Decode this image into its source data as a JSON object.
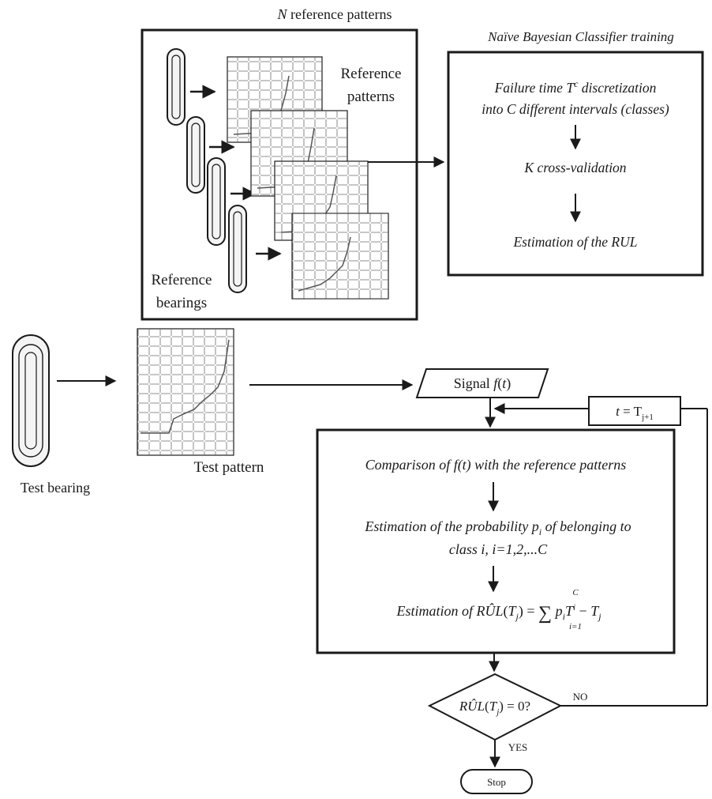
{
  "reference_section": {
    "title": "N reference patterns",
    "title_n": "N",
    "title_rest": " reference patterns",
    "patterns_label_line1": "Reference",
    "patterns_label_line2": "patterns",
    "bearings_label_line1": "Reference",
    "bearings_label_line2": "bearings"
  },
  "training": {
    "title": "Naïve Bayesian Classifier training",
    "step1_line1_pre": "Failure time T",
    "step1_line1_sup": "c",
    "step1_line1_post": " discretization",
    "step1_line2": "into C different intervals (classes)",
    "step2": "K cross-validation",
    "step3": "Estimation of the RUL"
  },
  "test": {
    "bearing_label": "Test bearing",
    "pattern_label": "Test pattern",
    "signal_label": "Signal",
    "signal_func": "f",
    "signal_arg": "t",
    "update_lhs": "t",
    "update_eq": " = T",
    "update_sub": "j+1"
  },
  "estimation": {
    "step1": "Comparison of f(t) with the reference patterns",
    "step2_line1_pre": "Estimation of the probability p",
    "step2_line1_sub": "i",
    "step2_line1_post": " of belonging to",
    "step2_line2": "class i, i=1,2,...C",
    "step3_prefix": "Estimation of",
    "formula_rul": "RÛL",
    "formula_T": "T",
    "formula_j": "j",
    "formula_eq": "=",
    "formula_sum": "∑",
    "formula_sum_top": "C",
    "formula_sum_bottom": "i=1",
    "formula_p": "p",
    "formula_i": "i",
    "formula_Ti": "T",
    "formula_Ti_sup": "i",
    "formula_minus": "−",
    "formula_Tj": "T",
    "formula_Tj_sub": "j"
  },
  "decision": {
    "rul": "RÛL",
    "T": "T",
    "j": "j",
    "rhs": "= 0?",
    "no_label": "NO",
    "yes_label": "YES"
  },
  "terminal": {
    "stop_label": "Stop"
  }
}
